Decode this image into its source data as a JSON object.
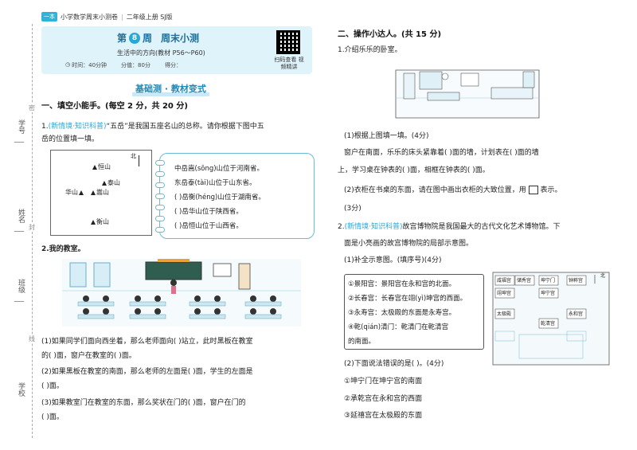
{
  "header": {
    "logo": "一本",
    "series": "小学数学周末小测卷",
    "grade": "二年级上册 SJ版"
  },
  "banner": {
    "week_prefix": "第",
    "week_num": "8",
    "week_suffix": "周",
    "title": "周末小测",
    "subtitle": "生活中的方向(教材 P56～P60)",
    "time": "时间：40分钟",
    "score": "分值：80分",
    "got": "得分：",
    "qr_caption": "扫码查看 视频精讲"
  },
  "margin": {
    "labels": [
      "学号",
      "姓名",
      "班级",
      "学校"
    ],
    "cut": [
      "密",
      "封",
      "线"
    ]
  },
  "section_tag": "基础测 · 教材变式",
  "part1": {
    "heading": "一、填空小能手。(每空 2 分，共 20 分)",
    "q1_tag": "(新情境·知识科普)",
    "q1_text_a": "“五岳”是我国五座名山的总称。请你根据下图中五",
    "q1_text_b": "岳的位置填一填。",
    "map": {
      "north": "北",
      "mountains": [
        "恒山",
        "泰山",
        "华山",
        "嵩山",
        "衡山"
      ]
    },
    "notebook_lines": [
      "中岳嵩(sōng)山位于河南省。",
      "东岳泰(tài)山位于山东省。",
      "(       )岳衡(héng)山位于湖南省。",
      "(       )岳华山位于陕西省。",
      "(       )岳恒山位于山西省。"
    ],
    "q2_title": "2.我的教室。",
    "q2_lines": [
      "(1)如果同学们面向西坐着，那么老师面向(       )站立，此时黑板在教室",
      "的(       )面，窗户在教室的(       )面。",
      "(2)如果黑板在教室的南面，那么老师的左面是(       )面，学生的左面是",
      "(       )面。",
      "(3)如果教室门在教室的东面，那么奖状在门的(       )面，窗户在门的",
      "(       )面。"
    ]
  },
  "part2": {
    "heading": "二、操作小达人。(共 15 分)",
    "q1_title": "1.介绍乐乐的卧室。",
    "q1_lines": [
      "(1)根据上图填一填。(4分)",
      "窗户在南面，乐乐的床头紧靠着(       )面的墙，计划表在(       )面的墙",
      "上，学习桌在钟表的(       )面，相框在钟表的(       )面。",
      "(2)衣柜在书桌的东面，请在图中画出衣柜的大致位置，用",
      "表示。",
      "(3分)"
    ],
    "q2_tag": "(新情境·知识科普)",
    "q2_text_a": "故宫博物院是我国最大的古代文化艺术博物馆。下",
    "q2_text_b": "面是小亮画的故宫博物院的局部示意图。",
    "q2_sub1": "(1)补全示意图。(填序号)(4分)",
    "box_lines": [
      "①景阳宫：景阳宫在永和宫的北面。",
      "②长春宫：长春宫在翊(yì)坤宫的西面。",
      "③永寿宫：太极殿的东面是永寿宫。",
      "④乾(qián)清门：乾清门在乾清宫",
      "的南面。"
    ],
    "palace_labels": [
      "咸福宫",
      "储秀宫",
      "坤宁门",
      "钟粹宫",
      "翊坤宫",
      "坤宁宫",
      "太极殿",
      "乾清宫",
      "永和宫",
      "北"
    ],
    "q2_sub2": "(2)下面说法错误的是(       )。(4分)",
    "options": [
      "①坤宁门在坤宁宫的南面",
      "②承乾宫在永和宫的西面",
      "③延禧宫在太极殿的东面"
    ]
  }
}
